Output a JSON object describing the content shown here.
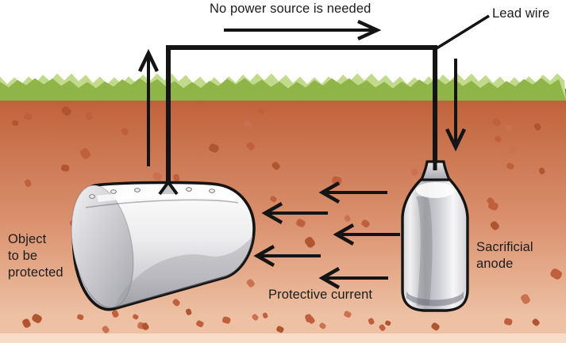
{
  "labels": {
    "no_power_source": "No power source is needed",
    "lead_wire": "Lead wire",
    "object_to_be_protected": "Object\nto be\nprotected",
    "sacrificial_anode": "Sacrificial\nanode",
    "protective_current": "Protective current"
  },
  "colors": {
    "background": "#ffffff",
    "text": "#1c1c1c",
    "outline": "#141414",
    "wire": "#141414",
    "grass_main": "#8fb548",
    "grass_light": "#c2da8c",
    "soil_top": "#c2663f",
    "soil_mid": "#d98f6c",
    "soil_bottom": "#eec1a4",
    "soil_strip": "#f7dcc8",
    "patch": "#bf5f3c",
    "patch_dark": "#b05530",
    "patch_light": "#cb7150",
    "metal_light": "#f7f7f8",
    "metal_mid": "#d8d8db",
    "metal_dark": "#9b9ba1"
  }
}
